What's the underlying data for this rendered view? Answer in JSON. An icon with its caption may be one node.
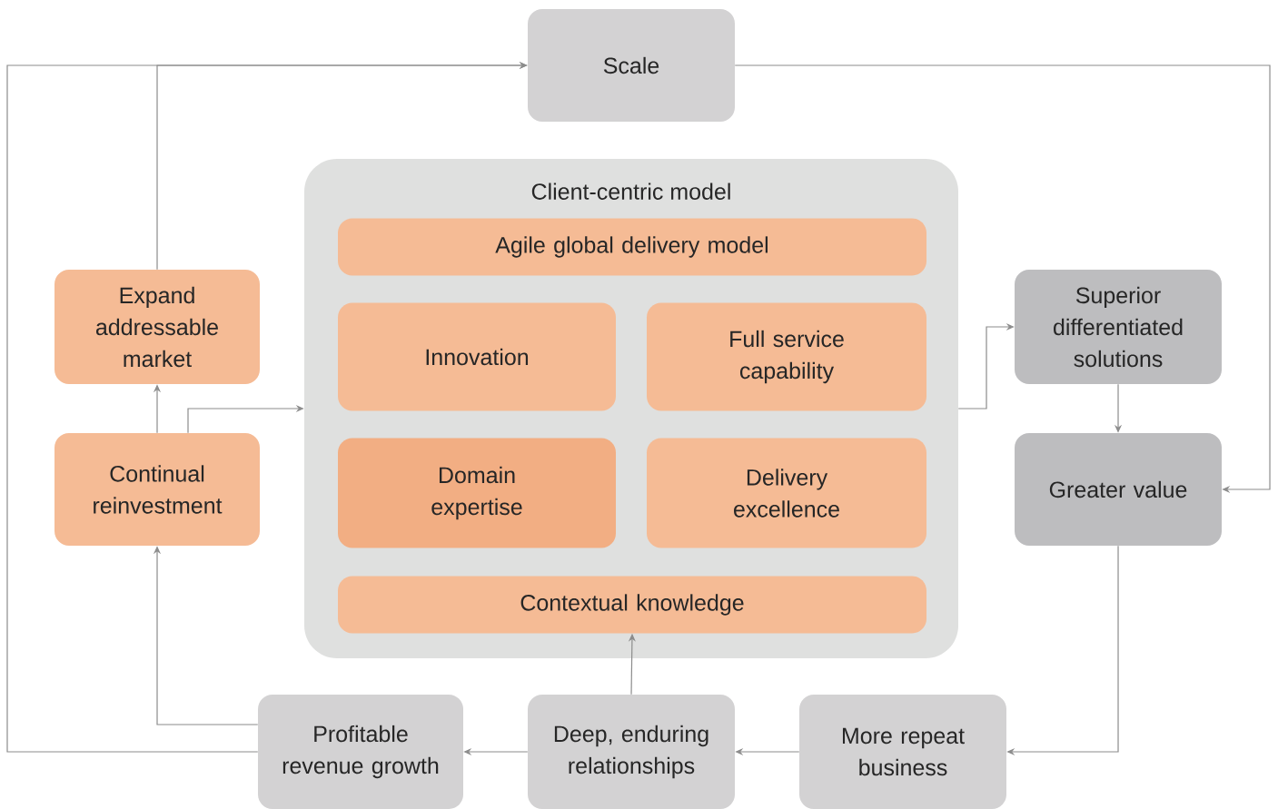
{
  "diagram": {
    "nodes": [
      {
        "text": [
          "Scale"
        ]
      },
      {
        "text": [
          "Client-centric model"
        ]
      },
      {
        "text": [
          "Agile global delivery model"
        ],
        "in": 1
      },
      {
        "text": [
          "Innovation"
        ],
        "in": 1
      },
      {
        "text": [
          "Full service capability"
        ],
        "in": 1
      },
      {
        "text": [
          "Domain expertise"
        ],
        "in": 1
      },
      {
        "text": [
          "Delivery excellence"
        ],
        "in": 1
      },
      {
        "text": [
          "Contextual knowledge"
        ],
        "in": 1
      },
      {
        "text": [
          "Expand addressable market"
        ]
      },
      {
        "text": [
          "Continual reinvestment"
        ]
      },
      {
        "text": [
          "Superior differentiated solutions"
        ]
      },
      {
        "text": [
          "Greater value"
        ]
      },
      {
        "text": [
          "Profitable revenue growth"
        ]
      },
      {
        "text": [
          "Deep, enduring relationships"
        ]
      },
      {
        "text": [
          "More repeat business"
        ]
      }
    ],
    "edges": [
      {
        "from": 8,
        "to": 0,
        "arrow": "to"
      },
      {
        "from": 12,
        "to": 0,
        "arrow": "to"
      },
      {
        "from": 0,
        "to": 11,
        "arrow": "to"
      },
      {
        "from": 9,
        "to": 8,
        "arrow": "to"
      },
      {
        "from": 9,
        "to": 1,
        "arrow": "to"
      },
      {
        "from": 1,
        "to": 10,
        "arrow": "to"
      },
      {
        "from": 10,
        "to": 11,
        "arrow": "to"
      },
      {
        "from": 11,
        "to": 14,
        "arrow": "to"
      },
      {
        "from": 14,
        "to": 13,
        "arrow": "to"
      },
      {
        "from": 13,
        "to": 12,
        "arrow": "to"
      },
      {
        "from": 13,
        "to": 7,
        "arrow": "to"
      },
      {
        "from": 12,
        "to": 9,
        "arrow": "to"
      }
    ]
  }
}
